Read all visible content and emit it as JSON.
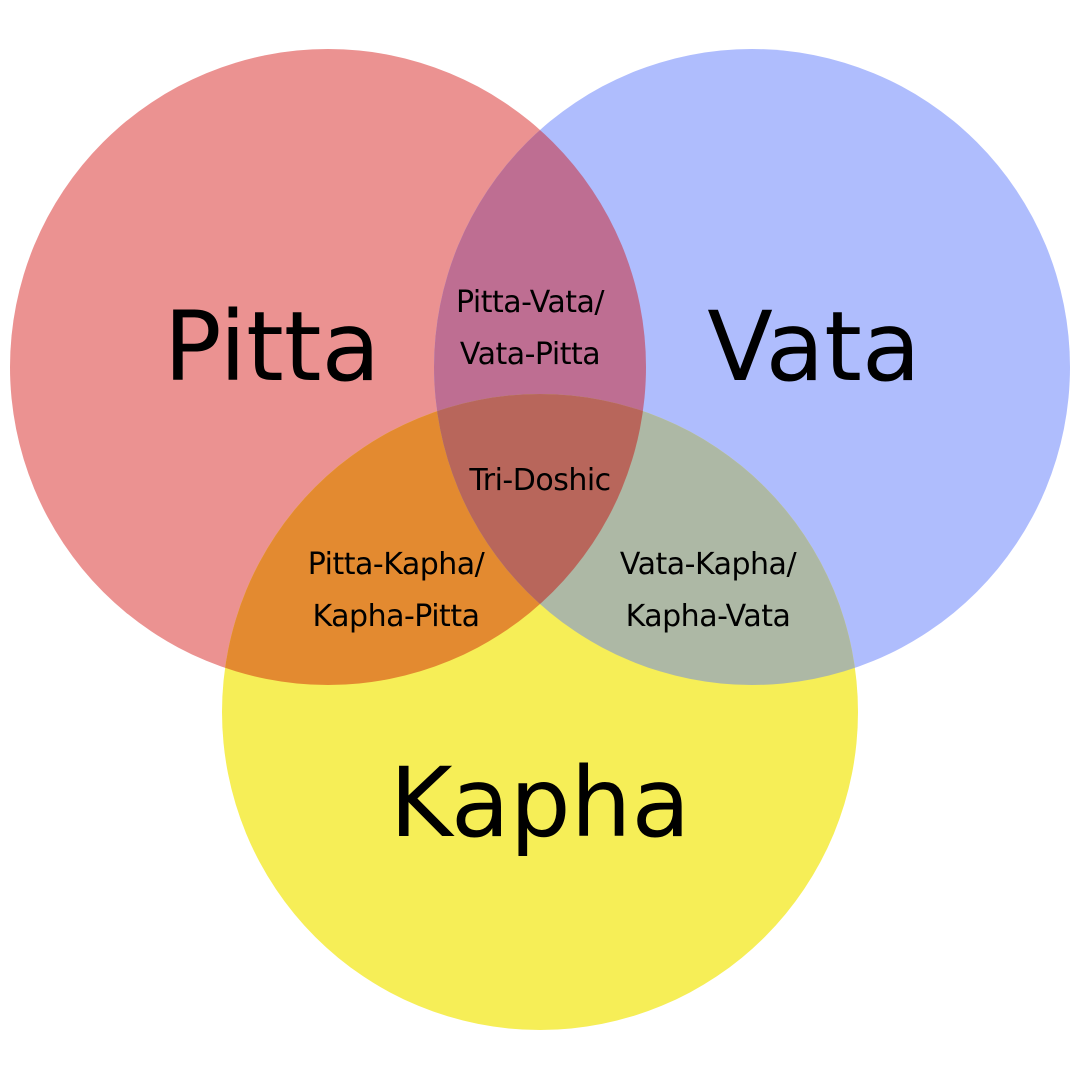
{
  "diagram": {
    "sets": [
      {
        "id": "pitta",
        "label": "Pitta",
        "color": "#EB9291"
      },
      {
        "id": "vata",
        "label": "Vata",
        "color": "#AFBDFD"
      },
      {
        "id": "kapha",
        "label": "Kapha",
        "color": "#F6EE57"
      }
    ],
    "overlaps": {
      "pitta_vata": {
        "line1": "Pitta-Vata/",
        "line2": "Vata-Pitta",
        "color": "#BE6E92"
      },
      "pitta_kapha": {
        "line1": "Pitta-Kapha/",
        "line2": "Kapha-Pitta",
        "color": "#E38A30"
      },
      "vata_kapha": {
        "line1": "Vata-Kapha/",
        "line2": "Kapha-Vata",
        "color": "#ADB8A5"
      },
      "all": {
        "label": "Tri-Doshic",
        "color": "#B8665B"
      }
    }
  }
}
